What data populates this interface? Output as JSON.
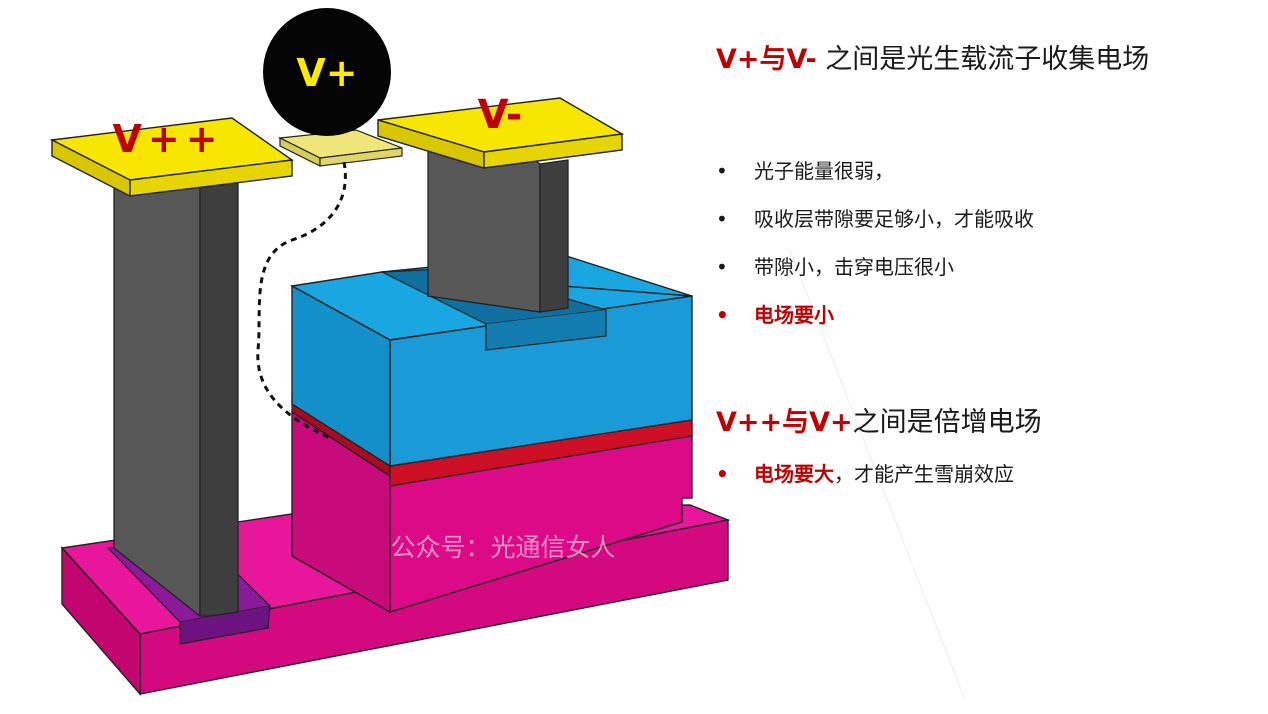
{
  "diagram": {
    "label_vpp": "V++",
    "label_vplus": "V+",
    "label_vminus": "V-",
    "watermark": "公众号：光通信女人",
    "colors": {
      "substrate": "#dc0a86",
      "absorption_layer": "#1199d6",
      "charge_layer": "#cc0f24",
      "electrode_pad": "#f2e400",
      "via_metal": "#555555",
      "contact_well": "#8b1a9a"
    }
  },
  "text": {
    "heading1_highlight": "V+与V-",
    "heading1_rest": "之间是光生载流子收集电场",
    "bullets1": [
      "光子能量很弱，",
      "吸收层带隙要足够小，才能吸收",
      "带隙小，击穿电压很小"
    ],
    "bullet1_red": "电场要小",
    "heading2_highlight": "V++与V+",
    "heading2_rest": "之间是倍增电场",
    "bullet2_red": "电场要大",
    "bullet2_rest": "，才能产生雪崩效应",
    "bullet_symbol": "•"
  }
}
